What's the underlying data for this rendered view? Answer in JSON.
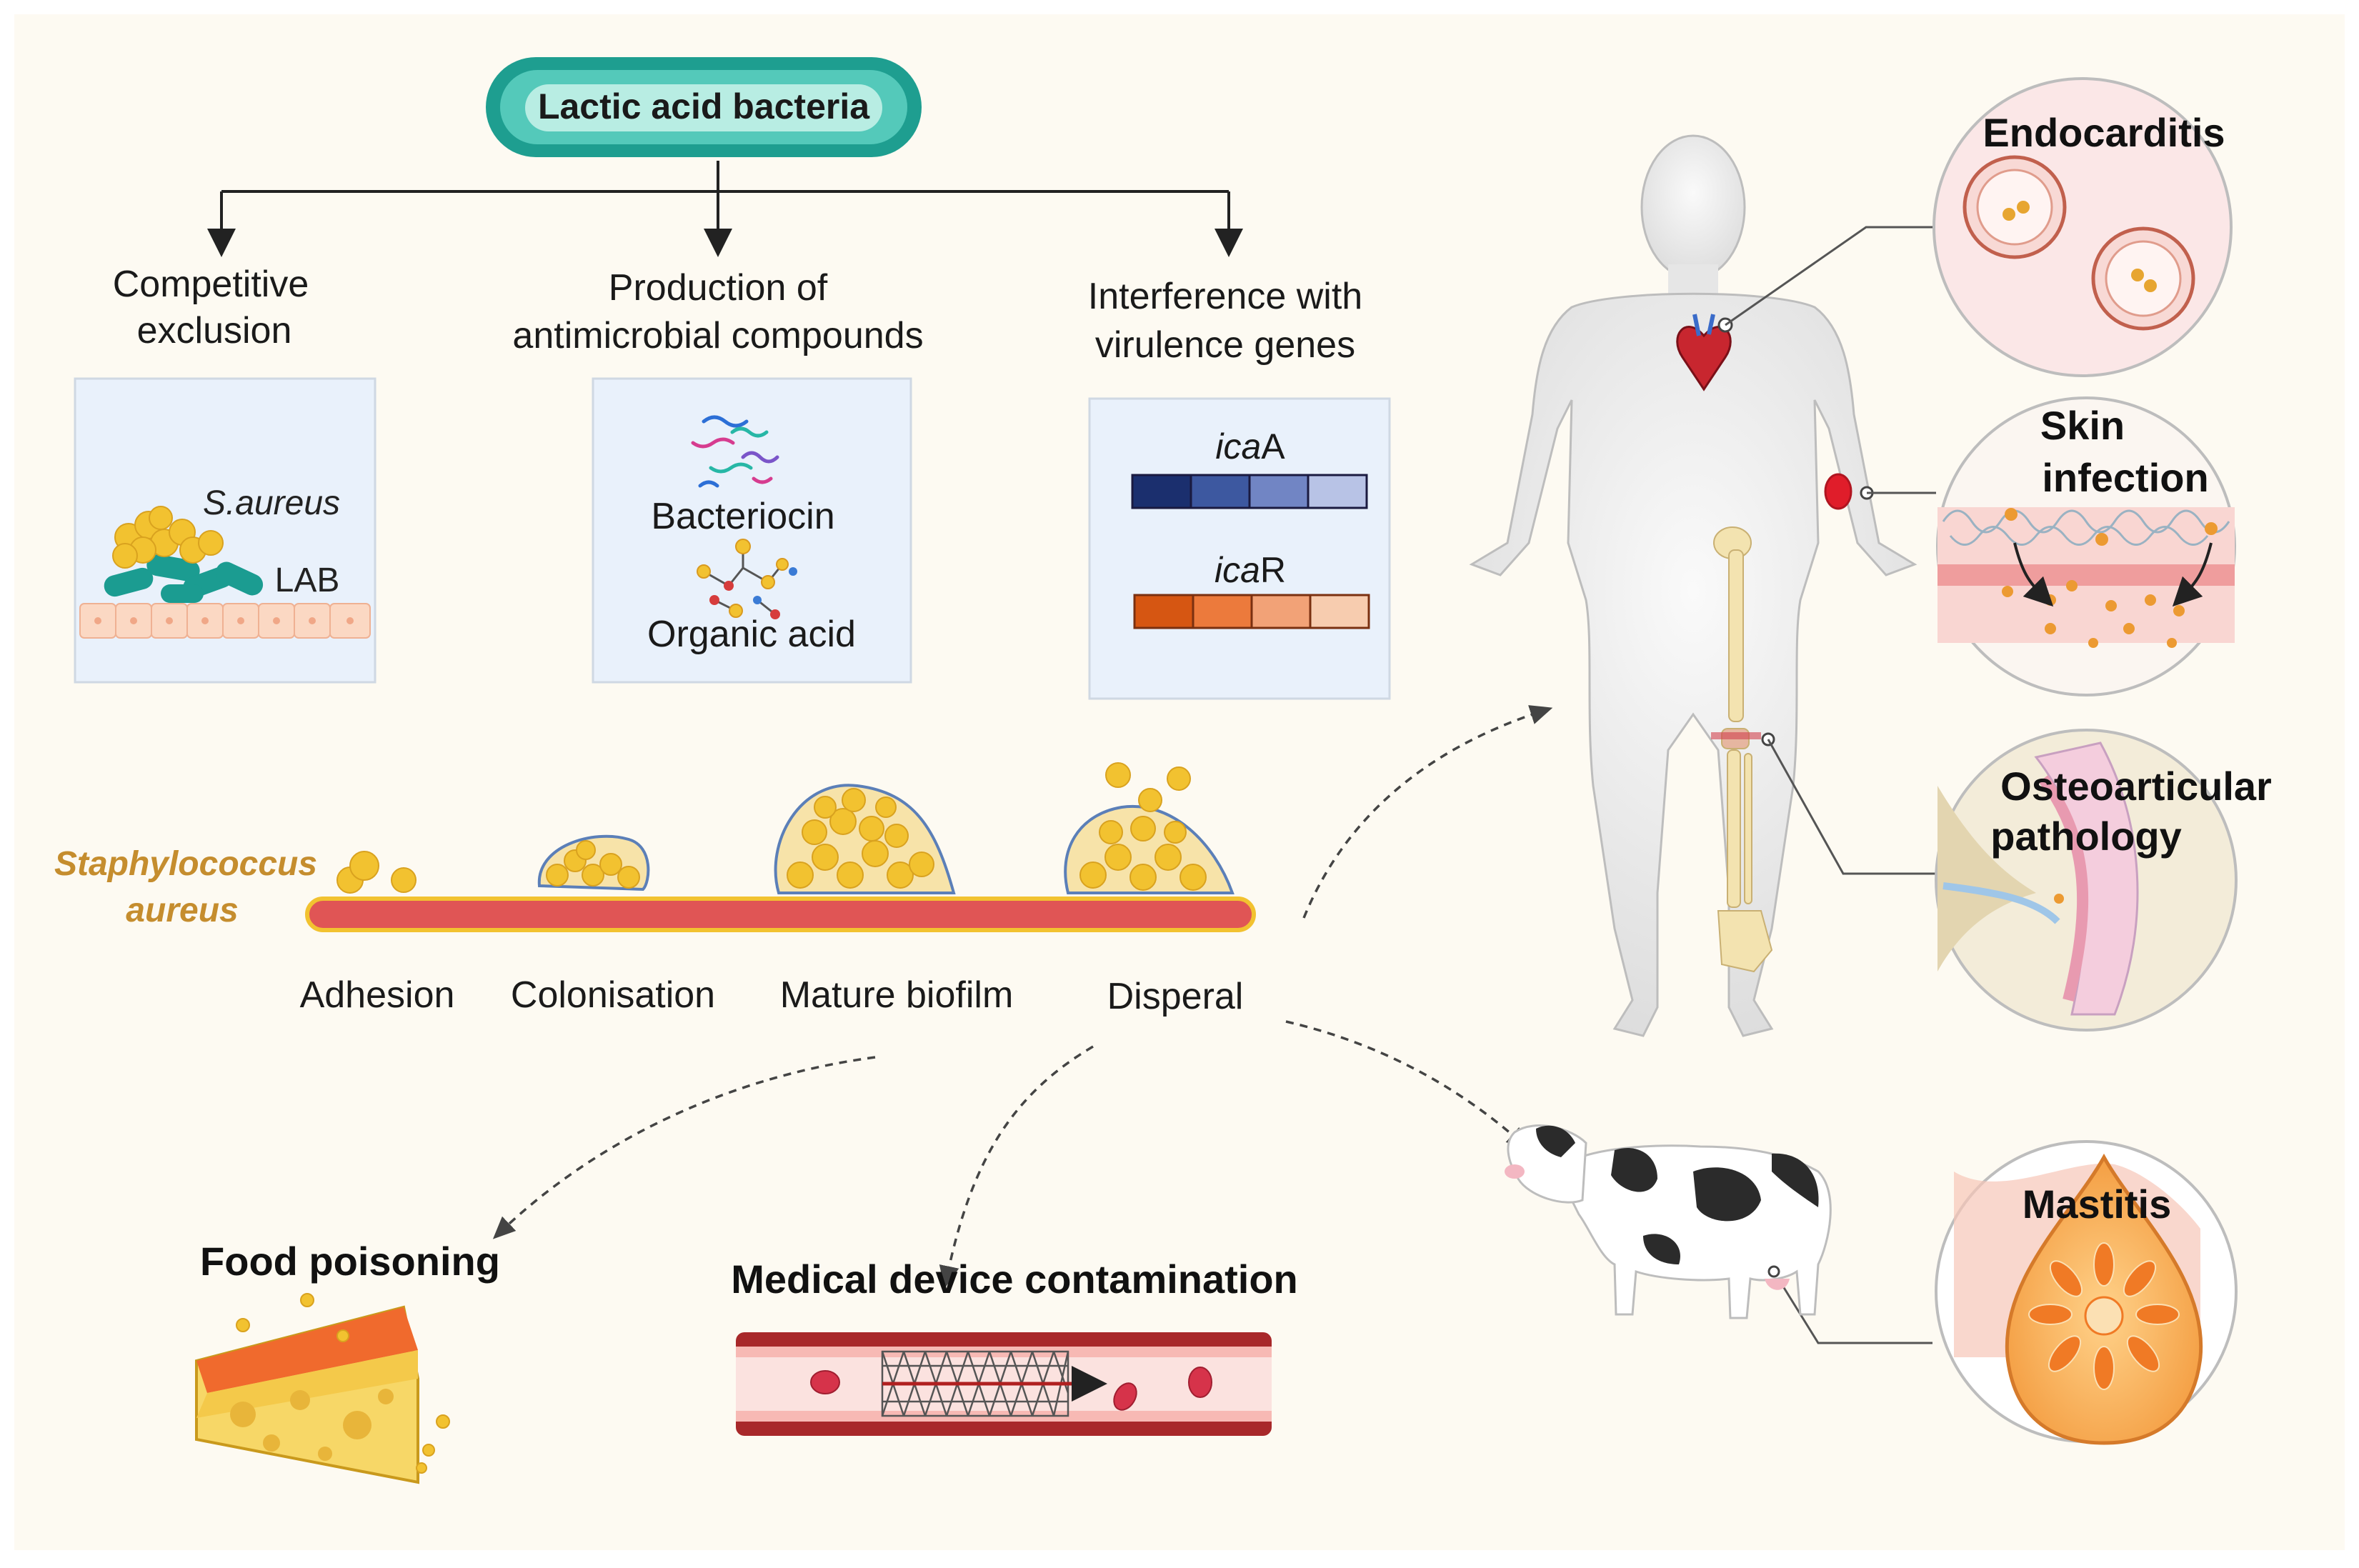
{
  "title": "Lactic acid bacteria",
  "mechanisms": {
    "competitive_exclusion": {
      "label_line1": "Competitive",
      "label_line2": "exclusion",
      "pathogen_label": "S.aureus",
      "lab_label": "LAB"
    },
    "antimicrobial": {
      "label_line1": "Production of",
      "label_line2": "antimicrobial compounds",
      "compound1": "Bacteriocin",
      "compound2": "Organic acid"
    },
    "virulence": {
      "label_line1": "Interference with",
      "label_line2": "virulence genes",
      "gene1_prefix": "ica",
      "gene1_suffix": "A",
      "gene2_prefix": "ica",
      "gene2_suffix": "R"
    }
  },
  "biofilm": {
    "organism_line1": "Staphylococcus",
    "organism_line2": "aureus",
    "stages": [
      "Adhesion",
      "Colonisation",
      "Mature biofilm",
      "Disperal"
    ]
  },
  "outcomes": {
    "food": "Food poisoning",
    "device": "Medical device contamination"
  },
  "diseases": {
    "endocarditis": "Endocarditis",
    "skin_line1": "Skin",
    "skin_line2": "infection",
    "osteo_line1": "Osteoarticular",
    "osteo_line2": "pathology",
    "mastitis": "Mastitis"
  },
  "colors": {
    "background": "#fdfaf2",
    "lab_teal": "#2bb5a4",
    "staph_yellow": "#f2c230",
    "surface_red": "#e05555",
    "ica_a": [
      "#1b2f6e",
      "#3d58a0",
      "#7185c4",
      "#b8c3e6"
    ],
    "ica_r": [
      "#d65612",
      "#ec7a3c",
      "#f2a277",
      "#f7ccaf"
    ],
    "organism_label": "#c58d2e"
  }
}
